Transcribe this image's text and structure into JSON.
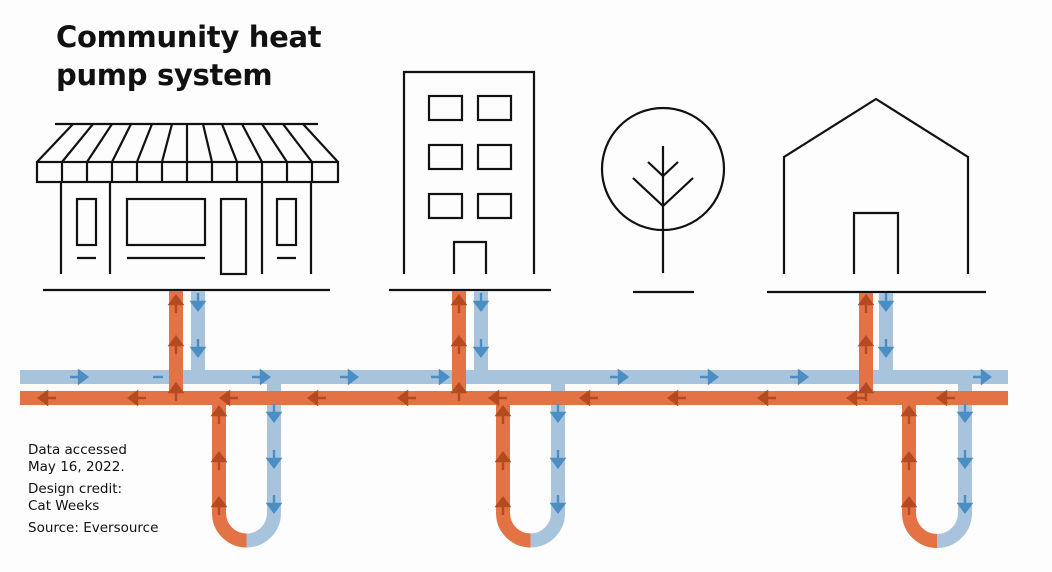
{
  "title": {
    "line1": "Community heat",
    "line2": "pump system"
  },
  "notes": {
    "accessed_line1": "Data accessed",
    "accessed_line2": "May 16, 2022.",
    "credit_line1": "Design credit:",
    "credit_line2": "Cat Weeks",
    "source": "Source: Eversource"
  },
  "structures": [
    {
      "id": "shop",
      "label": "storefront"
    },
    {
      "id": "apartment",
      "label": "apartment building"
    },
    {
      "id": "tree",
      "label": "tree"
    },
    {
      "id": "house",
      "label": "house"
    }
  ],
  "pipes": {
    "supply": {
      "name": "cool supply loop",
      "color": "#a8c4dc",
      "arrow_color": "#4a8ec4",
      "flow": "right"
    },
    "return": {
      "name": "warm return loop",
      "color": "#e37245",
      "arrow_color": "#b44a22",
      "flow": "left"
    }
  },
  "boreholes": [
    {
      "id": "borehole-1"
    },
    {
      "id": "borehole-2"
    },
    {
      "id": "borehole-3"
    }
  ],
  "colors": {
    "line": "#111111",
    "background": "#fdfdfd"
  }
}
